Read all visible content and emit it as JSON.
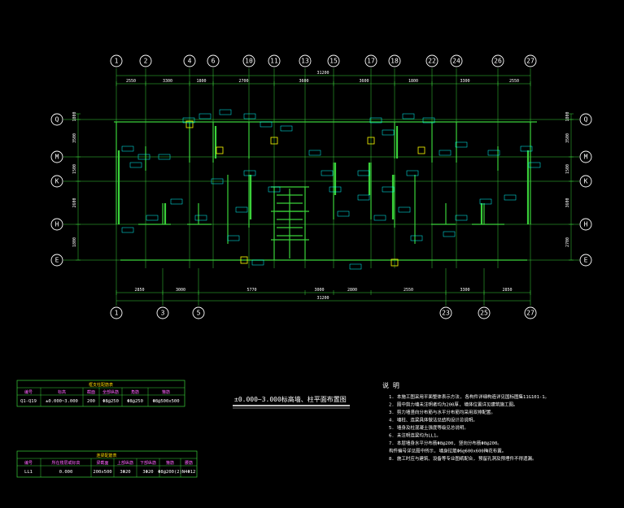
{
  "axes": {
    "top": [
      "1",
      "2",
      "4",
      "6",
      "10",
      "11",
      "13",
      "15",
      "17",
      "18",
      "22",
      "24",
      "26",
      "27"
    ],
    "bottom": [
      "1",
      "3",
      "5",
      "23",
      "25",
      "27"
    ],
    "left": [
      "Q",
      "M",
      "K",
      "H",
      "E"
    ],
    "right": [
      "Q",
      "M",
      "K",
      "H",
      "E"
    ]
  },
  "dims": {
    "top_total": "31200",
    "top_segments": [
      "2550",
      "3300",
      "1800",
      "2700",
      "3600",
      "3600",
      "1800",
      "3300",
      "2550"
    ],
    "bottom_total": "31200",
    "bottom_segments": [
      "2850",
      "3000",
      "5770",
      "3000",
      "2800",
      "2550",
      "3300",
      "2850"
    ],
    "left_segments": [
      "1800",
      "3500",
      "1500",
      "2600",
      "1800"
    ],
    "right_segments": [
      "1800",
      "3500",
      "1500",
      "3600",
      "2700"
    ]
  },
  "col_table": {
    "title": "框支柱配筋表",
    "headers": [
      "编号",
      "标高",
      "截面",
      "全部纵筋",
      "角筋",
      "箍筋"
    ],
    "row": [
      "Q1-Q19",
      "±0.000~3.000",
      "200",
      "Φ8@250",
      "Φ8@250",
      "Φ8@500x500"
    ]
  },
  "beam_table": {
    "title": "连梁配筋表",
    "headers": [
      "编号",
      "所在楼层或标高",
      "梁截面",
      "上部纵筋",
      "下部纵筋",
      "箍筋",
      "腰筋"
    ],
    "row": [
      "LL1",
      "0.000",
      "200x500",
      "3Φ20",
      "3Φ20",
      "Φ8@200(2)",
      "N4Φ12"
    ]
  },
  "plan_title": "±0.000~3.000标高墙、柱平面布置图",
  "notes": {
    "title": "说 明",
    "lines": [
      "1.  本施工图采用平面整体表示方法, 各构件详细构造详见国标图集11G101-1。",
      "2.  图中剪力墙未注明者均为200厚, 墙体位置详见建筑施工图。",
      "3.  剪力墙竖向分布筋与水平分布筋均采用双排配置。",
      "4.  墙柱、连梁具体做法见结构设计总说明。",
      "5.  墙身及柱混凝土强度等级见总说明。",
      "6.  未注明连梁均为LL1。",
      "7.  本层墙身水平分布筋Φ8@200, 竖向分布筋Φ8@200。",
      "    构件编号详见图中所示, 墙身拉筋Φ6@600x600梅花布置。",
      "8.  施工时应与建筑、设备等专业图纸配合, 预留孔洞及预埋件不得遗漏。"
    ]
  }
}
